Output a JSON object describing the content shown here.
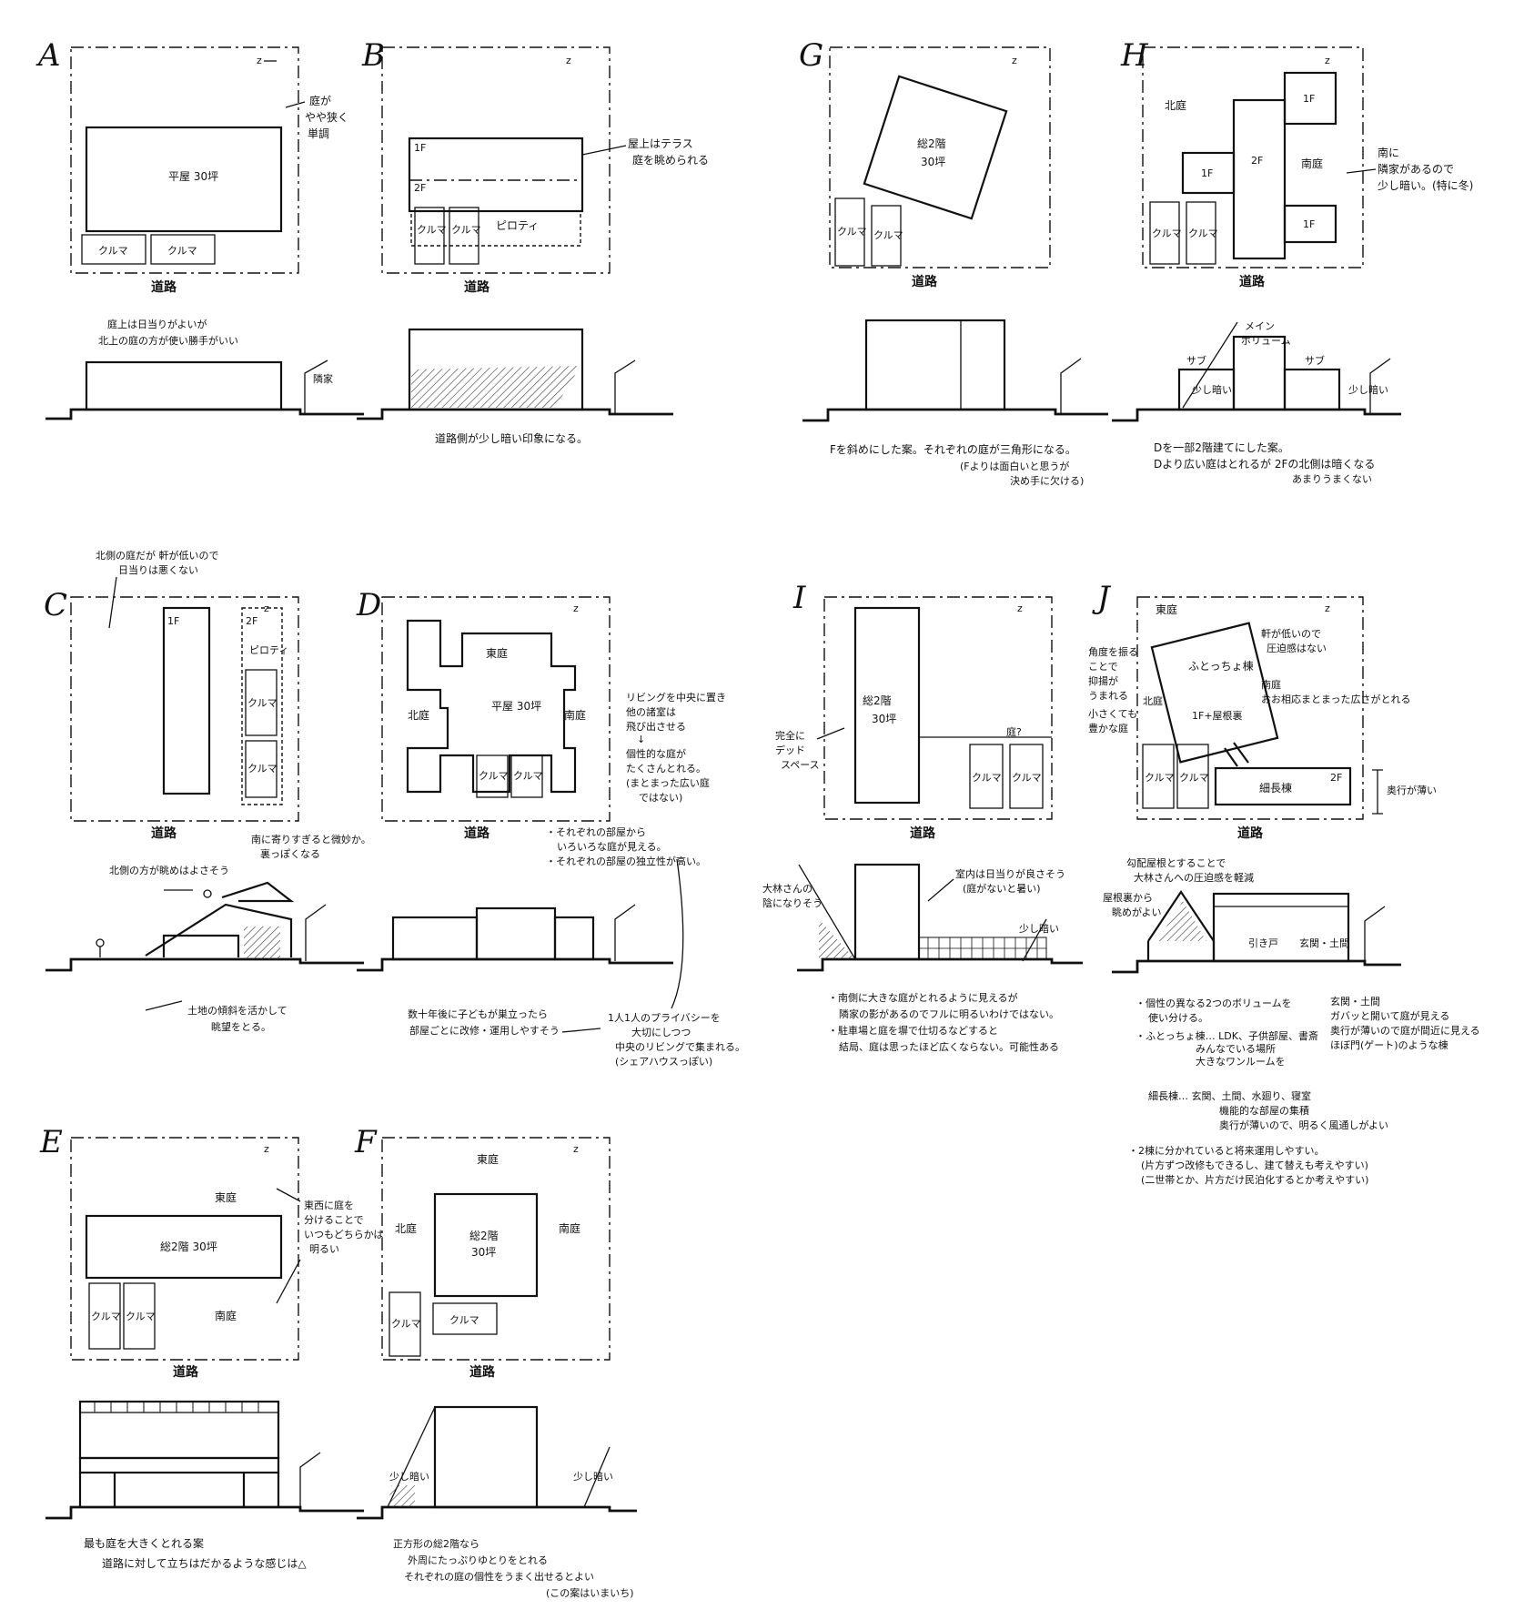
{
  "north_mark": "z",
  "road": "道路",
  "panels": {
    "A": {
      "letter": "A",
      "building": "平屋 30坪",
      "car1": "クルマ",
      "car2": "クルマ",
      "note_garden": [
        "庭が",
        "やや狭く",
        "単調"
      ],
      "section_note": [
        "庭上は日当りがよいが",
        "北上の庭の方が使い勝手がいい"
      ],
      "neighbor": "隣家"
    },
    "B": {
      "letter": "B",
      "f1": "1F",
      "f2": "2F",
      "car1": "クルマ",
      "car2": "クルマ",
      "piloti": "ピロティ",
      "note_roof": [
        "屋上はテラス",
        "庭を眺められる"
      ],
      "section_note": "道路側が少し暗い印象になる。"
    },
    "C": {
      "letter": "C",
      "f1": "1F",
      "f2": "2F",
      "piloti": "ピロティ",
      "car1": "クルマ",
      "car2": "クルマ",
      "note_top": [
        "北側の庭だが 軒が低いので",
        "日当りは悪くない"
      ],
      "note_view": "北側の方が眺めはよさそう",
      "note_south": [
        "南に寄りすぎると微妙か。",
        "裏っぽくなる"
      ],
      "note_slope": [
        "土地の傾斜を活かして",
        "眺望をとる。"
      ]
    },
    "D": {
      "letter": "D",
      "east": "東庭",
      "north": "北庭",
      "south": "南庭",
      "building": "平屋 30坪",
      "car1": "クルマ",
      "car2": "クルマ",
      "note_right": [
        "リビングを中央に置き",
        "他の諸室は",
        "飛び出させる",
        "↓",
        "個性的な庭が",
        "たくさんとれる。",
        "(まとまった広い庭",
        "ではない)"
      ],
      "note_rooms": [
        "・それぞれの部屋から",
        "いろいろな庭が見える。",
        "・それぞれの部屋の独立性が高い。"
      ],
      "note_privacy": [
        "1人1人のプライバシーを",
        "大切にしつつ",
        "中央のリビングで集まれる。",
        "(シェアハウスっぽい)"
      ],
      "note_future": [
        "数十年後に子どもが巣立ったら",
        "部屋ごとに改修・運用しやすそう"
      ]
    },
    "E": {
      "letter": "E",
      "east": "東庭",
      "south": "南庭",
      "building": "総2階 30坪",
      "car1": "クルマ",
      "car2": "クルマ",
      "note_right": [
        "東西に庭を",
        "分けることで",
        "いつもどちらかは",
        "明るい"
      ],
      "note_bottom": [
        "最も庭を大きくとれる案",
        "道路に対して立ちはだかるような感じは△"
      ]
    },
    "F": {
      "letter": "F",
      "east": "東庭",
      "north": "北庭",
      "south": "南庭",
      "building": "総2階",
      "building2": "30坪",
      "car1": "クルマ",
      "car2": "クルマ",
      "dark1": "少し暗い",
      "dark2": "少し暗い",
      "note_bottom": [
        "正方形の総2階なら",
        "外周にたっぷりゆとりをとれる",
        "それぞれの庭の個性をうまく出せるとよい",
        "(この案はいまいち)"
      ]
    },
    "G": {
      "letter": "G",
      "building": "総2階",
      "building2": "30坪",
      "car1": "クルマ",
      "car2": "クルマ",
      "note_bottom": [
        "Fを斜めにした案。それぞれの庭が三角形になる。",
        "(Fよりは面白いと思うが",
        "決め手に欠ける)"
      ]
    },
    "H": {
      "letter": "H",
      "north": "北庭",
      "south": "南庭",
      "f1a": "1F",
      "f1b": "1F",
      "f1c": "1F",
      "f2": "2F",
      "car1": "クルマ",
      "car2": "クルマ",
      "note_right": [
        "南に",
        "隣家があるので",
        "少し暗い。(特に冬)"
      ],
      "main": [
        "メイン",
        "ボリューム"
      ],
      "sub1": "サブ",
      "sub2": "サブ",
      "dark1": "少し暗い",
      "dark2": "少し暗い",
      "note_bottom": [
        "Dを一部2階建てにした案。",
        "Dより広い庭はとれるが 2Fの北側は暗くなる",
        "あまりうまくない"
      ]
    },
    "I": {
      "letter": "I",
      "building": "総2階",
      "building2": "30坪",
      "car1": "クルマ",
      "car2": "クルマ",
      "yard": "庭?",
      "deck": [
        "完全に",
        "デッド",
        "スペース"
      ],
      "shade": [
        "大林さんの",
        "陰になりそう"
      ],
      "sun": [
        "室内は日当りが良さそう",
        "(庭がないと暑い)"
      ],
      "dark": "少し暗い",
      "note_bottom": [
        "・南側に大きな庭がとれるように見えるが",
        "隣家の影があるのでフルに明るいわけではない。",
        "・駐車場と庭を塀で仕切るなどすると",
        "結局、庭は思ったほど広くならない。可能性ある"
      ]
    },
    "J": {
      "letter": "J",
      "east": "東庭",
      "north": "北庭",
      "box_a": "ふとっちょ棟",
      "box_a2": "1F+屋根裏",
      "box_b": "細長棟",
      "f2": "2F",
      "car1": "クルマ",
      "car2": "クルマ",
      "note_roof": [
        "軒が低いので",
        "圧迫感はない"
      ],
      "note_left": [
        "角度を振る",
        "ことで",
        "抑揚が",
        "うまれる",
        "小さくても",
        "豊かな庭"
      ],
      "note_south": [
        "南庭",
        "おお相応まとまった広さがとれる"
      ],
      "note_depth": "奥行が薄い",
      "note_section": [
        "勾配屋根とすることで",
        "大林さんへの圧迫感を軽減"
      ],
      "note_attic": [
        "屋根裏から",
        "眺めがよい"
      ],
      "entry": "玄関・土間",
      "door": "引き戸",
      "note_entry": [
        "玄関・土間",
        "ガバッと開いて庭が見える",
        "奥行が薄いので庭が間近に見える",
        "ほぼ門(ゲート)のような棟"
      ],
      "note_bottom": [
        "・個性の異なる2つのボリュームを",
        "使い分ける。",
        "・ふとっちょ棟… LDK、子供部屋、書斎",
        "みんなでいる場所",
        "大きなワンルームを"
      ],
      "note_long": [
        "細長棟… 玄関、土間、水廻り、寝室",
        "機能的な部屋の集積",
        "奥行が薄いので、明るく風通しがよい"
      ],
      "note_future": [
        "・2棟に分かれていると将来運用しやすい。",
        "(片方ずつ改修もできるし、建て替えも考えやすい)",
        "(二世帯とか、片方だけ民泊化するとか考えやすい)"
      ]
    }
  }
}
